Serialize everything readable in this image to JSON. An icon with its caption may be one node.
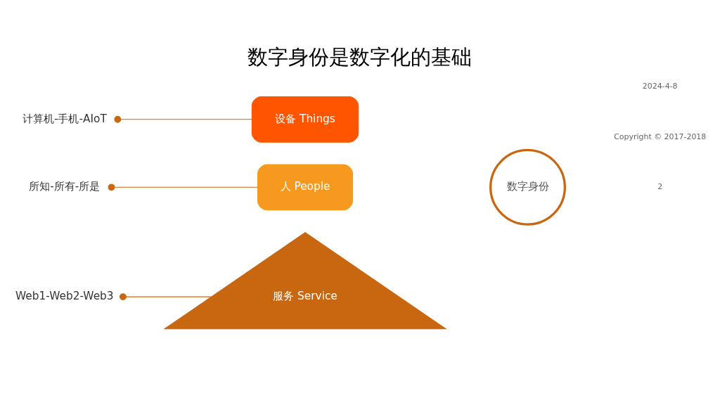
{
  "diagram": {
    "title": "数字身份是数字化的基础",
    "nodes": [
      {
        "text": [
          "服务 Service"
        ]
      },
      {
        "text": [
          "设备 Things"
        ]
      },
      {
        "text": [
          "人 People"
        ]
      },
      {
        "text": [
          "数字身份"
        ]
      },
      {
        "text": [
          "Web1-Web2-Web3"
        ]
      },
      {
        "text": [
          "计算机-手机-AIoT"
        ]
      },
      {
        "text": [
          "所知-所有-所是"
        ]
      }
    ],
    "edges": [
      {
        "from": 4,
        "to": 0,
        "arrow": "other",
        "color": "#c8670f"
      },
      {
        "from": 5,
        "to": 1,
        "arrow": "other",
        "color": "#c8670f"
      },
      {
        "from": 6,
        "to": 2,
        "arrow": "other",
        "color": "#c8670f"
      }
    ],
    "labels": [
      "2024-4-8",
      "Copyright © 2017-2018",
      "2"
    ]
  }
}
